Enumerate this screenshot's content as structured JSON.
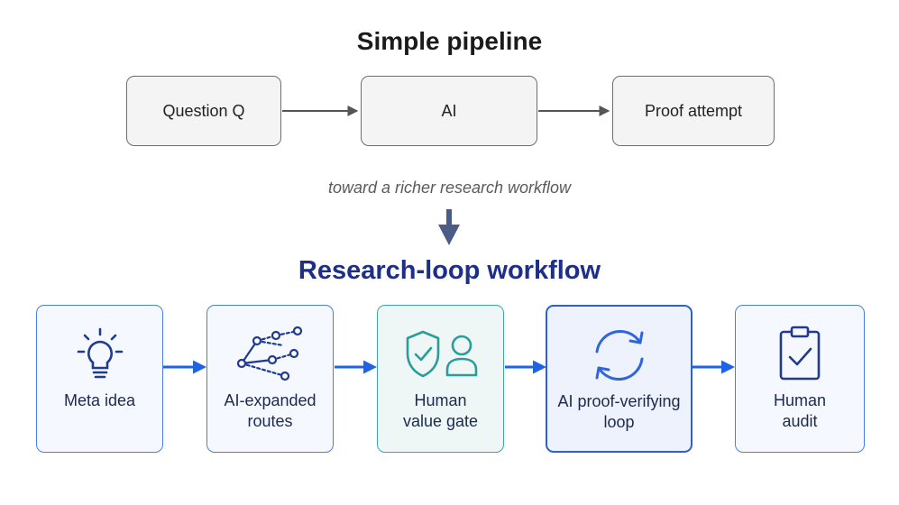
{
  "simple": {
    "title": "Simple pipeline",
    "steps": [
      "Question Q",
      "AI",
      "Proof attempt"
    ]
  },
  "transition": "toward a richer research workflow",
  "research": {
    "title": "Research-loop workflow",
    "steps": [
      {
        "label": "Meta idea",
        "icon": "lightbulb-icon"
      },
      {
        "label": "AI-expanded\nroutes",
        "icon": "branching-routes-icon"
      },
      {
        "label": "Human\nvalue gate",
        "icon": "shield-check-person-icon"
      },
      {
        "label": "AI proof-verifying\nloop",
        "icon": "cycle-arrows-icon"
      },
      {
        "label": "Human\naudit",
        "icon": "clipboard-check-icon"
      }
    ]
  },
  "colors": {
    "research_title": "#1d2f86",
    "arrow_blue": "#1e63e6",
    "icon_navy": "#1f3a8f",
    "icon_teal": "#2a9d99",
    "loop_blue": "#2f66dc"
  }
}
